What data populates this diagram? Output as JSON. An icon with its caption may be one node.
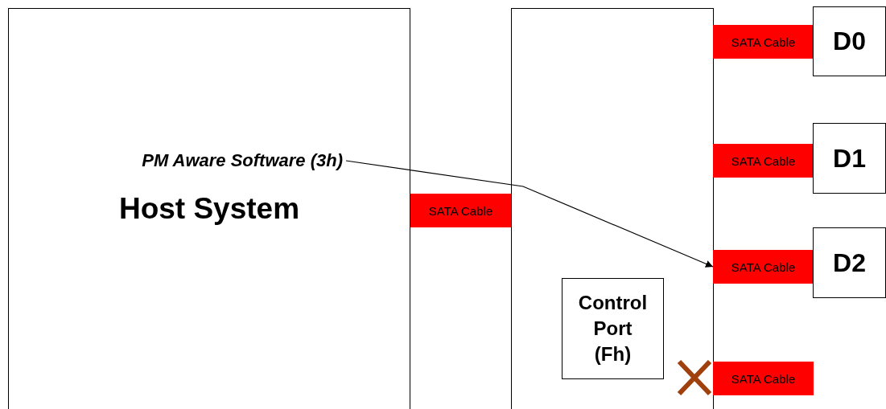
{
  "diagram": {
    "nodes": [
      {
        "text": [
          "Host System"
        ]
      },
      {
        "text": [
          "PM Aware Software (3h)"
        ],
        "in": 0
      },
      {
        "text": [
          "SATA Cable"
        ]
      },
      {
        "text": [],
        "shape": "box"
      },
      {
        "text": [
          "Control Port (Fh)"
        ],
        "in": 3
      },
      {
        "text": [
          "SATA Cable"
        ]
      },
      {
        "text": [
          "D0"
        ]
      },
      {
        "text": [
          "SATA Cable"
        ]
      },
      {
        "text": [
          "D1"
        ]
      },
      {
        "text": [
          "SATA Cable"
        ]
      },
      {
        "text": [
          "D2"
        ]
      },
      {
        "text": [
          "SATA Cable"
        ]
      }
    ],
    "edges": [
      {
        "from": 1,
        "to": 9,
        "arrow": "to"
      }
    ]
  }
}
